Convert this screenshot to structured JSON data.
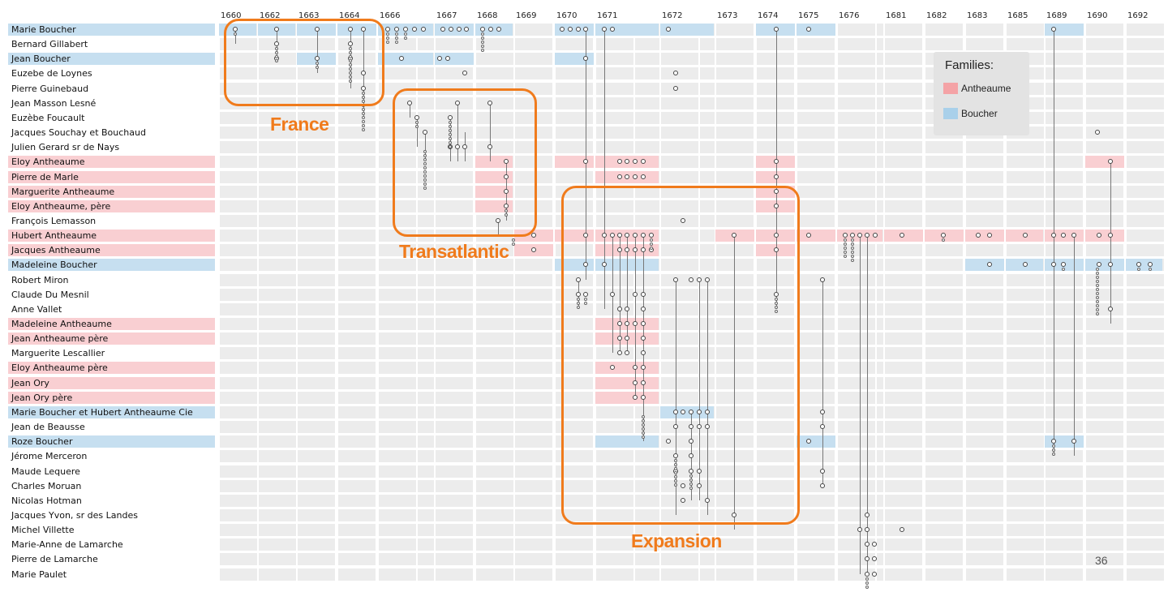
{
  "years": [
    "1660",
    "1662",
    "1663",
    "1664",
    "1666",
    "1667",
    "1668",
    "1669",
    "1670",
    "1671",
    "1672",
    "1673",
    "1674",
    "1675",
    "1676",
    "1681",
    "1682",
    "1683",
    "1685",
    "1689",
    "1690",
    "1692"
  ],
  "people": [
    {
      "name": "Marie Boucher",
      "family": "Boucher"
    },
    {
      "name": "Bernard Gillabert",
      "family": ""
    },
    {
      "name": "Jean Boucher",
      "family": "Boucher"
    },
    {
      "name": "Euzebe de Loynes",
      "family": ""
    },
    {
      "name": "Pierre Guinebaud",
      "family": ""
    },
    {
      "name": "Jean Masson Lesné",
      "family": ""
    },
    {
      "name": "Euzèbe Foucault",
      "family": ""
    },
    {
      "name": "Jacques Souchay et Bouchaud",
      "family": ""
    },
    {
      "name": "Julien Gerard sr de Nays",
      "family": ""
    },
    {
      "name": "Eloy Antheaume",
      "family": "Antheaume"
    },
    {
      "name": "Pierre de Marle",
      "family": "Antheaume"
    },
    {
      "name": "Marguerite Antheaume",
      "family": "Antheaume"
    },
    {
      "name": "Eloy Antheaume, père",
      "family": "Antheaume"
    },
    {
      "name": "François Lemasson",
      "family": ""
    },
    {
      "name": "Hubert Antheaume",
      "family": "Antheaume"
    },
    {
      "name": "Jacques Antheaume",
      "family": "Antheaume"
    },
    {
      "name": "Madeleine Boucher",
      "family": "Boucher"
    },
    {
      "name": "Robert Miron",
      "family": ""
    },
    {
      "name": "Claude Du Mesnil",
      "family": ""
    },
    {
      "name": "Anne Vallet",
      "family": ""
    },
    {
      "name": "Madeleine Antheaume",
      "family": "Antheaume"
    },
    {
      "name": "Jean Antheaume père",
      "family": "Antheaume"
    },
    {
      "name": "Marguerite Lescallier",
      "family": ""
    },
    {
      "name": "Eloy Antheaume père",
      "family": "Antheaume"
    },
    {
      "name": "Jean Ory",
      "family": "Antheaume"
    },
    {
      "name": "Jean Ory père",
      "family": "Antheaume"
    },
    {
      "name": "Marie Boucher et Hubert Antheaume Cie",
      "family": "Boucher"
    },
    {
      "name": "Jean de Beausse",
      "family": ""
    },
    {
      "name": "Roze Boucher",
      "family": "Boucher"
    },
    {
      "name": "Jérome Merceron",
      "family": ""
    },
    {
      "name": "Maude Lequere",
      "family": ""
    },
    {
      "name": "Charles Moruan",
      "family": ""
    },
    {
      "name": "Nicolas Hotman",
      "family": ""
    },
    {
      "name": "Jacques Yvon, sr des Landes",
      "family": ""
    },
    {
      "name": "Michel Villette",
      "family": ""
    },
    {
      "name": "Marie-Anne de Lamarche",
      "family": ""
    },
    {
      "name": "Pierre de Lamarche",
      "family": ""
    },
    {
      "name": "Marie Paulet",
      "family": ""
    }
  ],
  "colors": {
    "Antheaume": "#f9cfd2",
    "Boucher": "#c6dff0",
    "row": "#ececec",
    "accent": "#f07b1c"
  },
  "legend": {
    "title": "Families:",
    "items": [
      {
        "label": "Antheaume",
        "color": "#f4a3a6"
      },
      {
        "label": "Boucher",
        "color": "#a9d0ea"
      }
    ]
  },
  "highlights": [
    {
      "label": "France"
    },
    {
      "label": "Transatlantic"
    },
    {
      "label": "Expansion"
    }
  ],
  "page_number": "36",
  "icons": {
    "node": "hollow-circle-node"
  }
}
